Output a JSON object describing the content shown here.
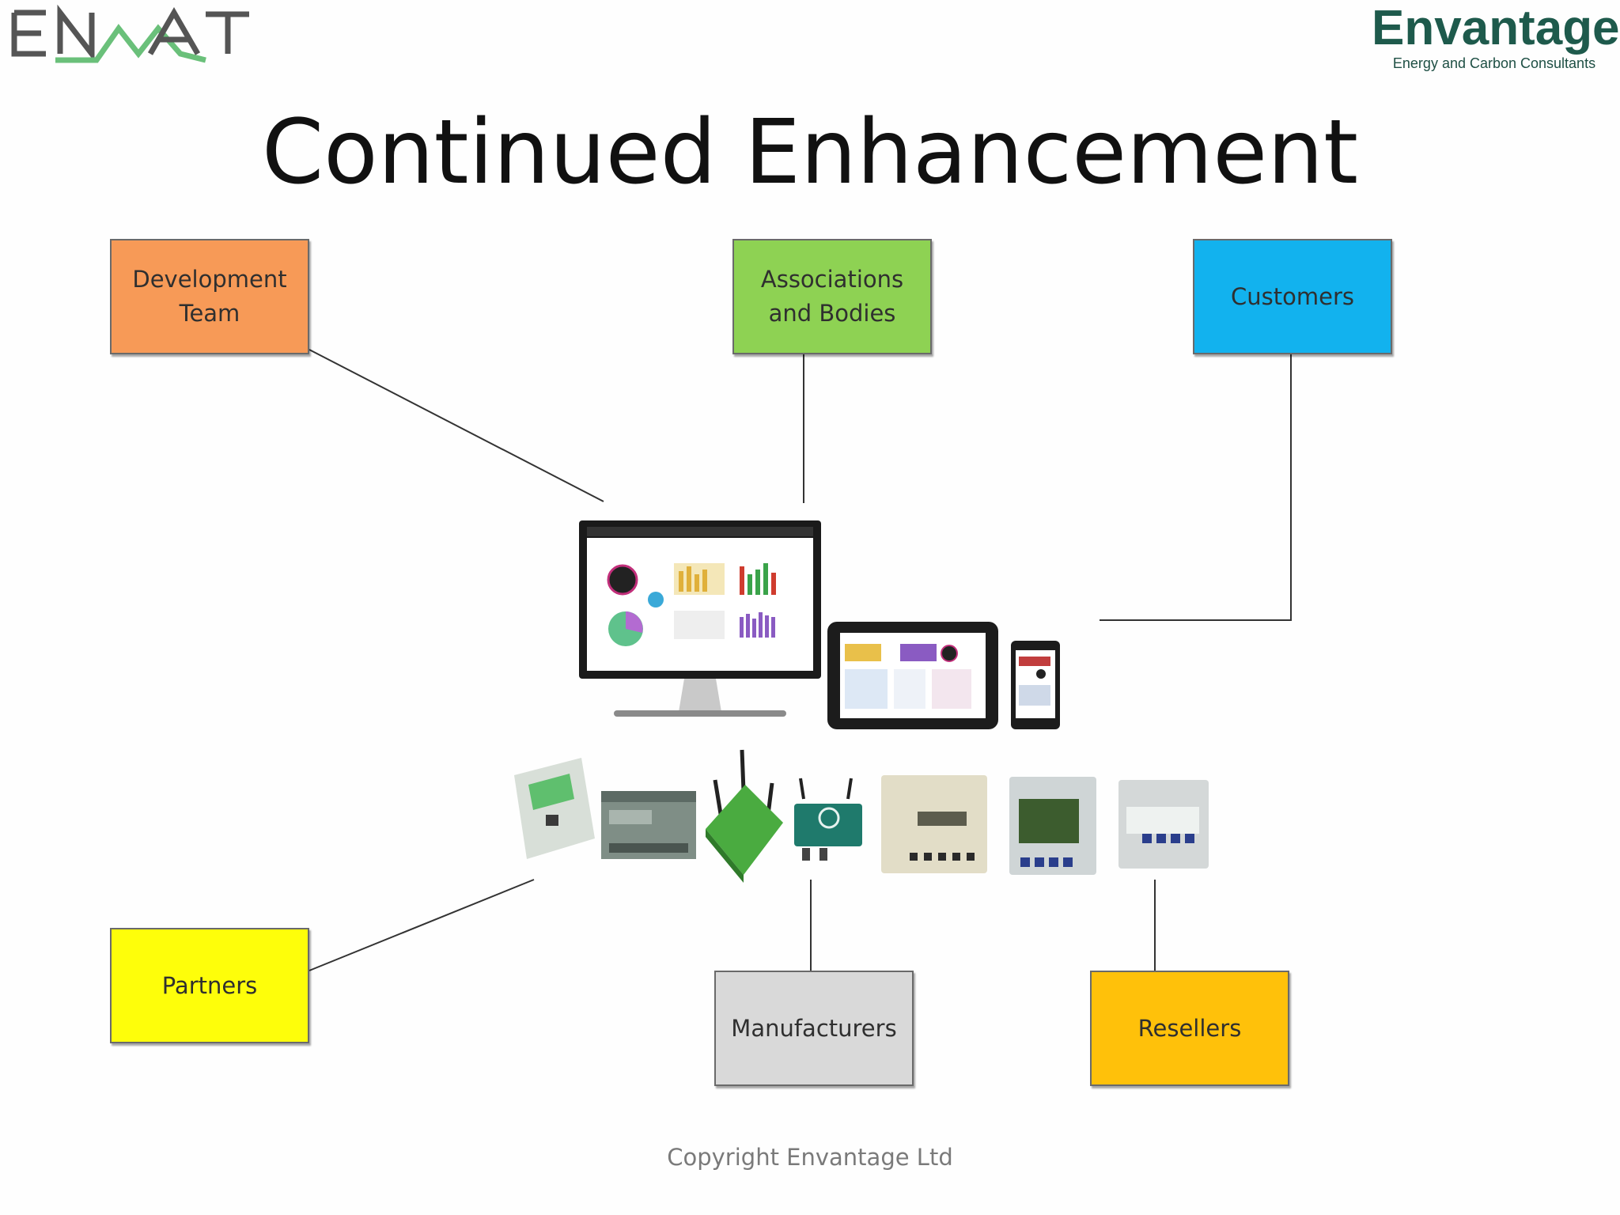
{
  "logos": {
    "left": "ENMAT",
    "right_name": "Envantage",
    "right_tagline": "Energy and Carbon Consultants"
  },
  "title": "Continued Enhancement",
  "nodes": {
    "development_team": "Development\nTeam",
    "associations": "Associations\nand Bodies",
    "customers": "Customers",
    "partners": "Partners",
    "manufacturers": "Manufacturers",
    "resellers": "Resellers"
  },
  "center": {
    "devices": [
      "desktop-monitor",
      "tablet",
      "smartphone"
    ],
    "hardware": [
      "din-rail-module",
      "controller-unit",
      "wireless-gateway",
      "network-hub",
      "panel-meter",
      "display-meter",
      "din-rail-meter"
    ]
  },
  "colors": {
    "development_team": "#f79a57",
    "associations": "#8ed253",
    "customers": "#12b2ee",
    "partners": "#fefe0a",
    "manufacturers": "#d9d9d9",
    "resellers": "#ffc10a",
    "brand_green": "#1e5a4c",
    "logo_green": "#6ac07a"
  },
  "footer": "Copyright Envantage Ltd"
}
